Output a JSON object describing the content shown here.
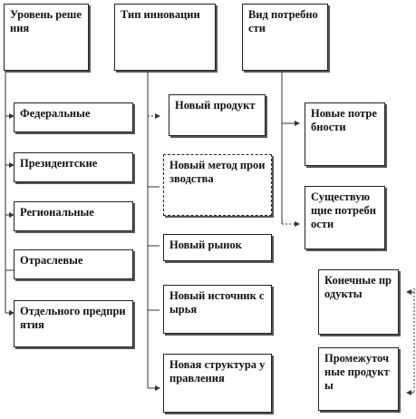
{
  "headers": {
    "level": "Уровень решения",
    "type": "Тип инновации",
    "need": "Вид потребности"
  },
  "levels": [
    "Федеральные",
    "Президентские",
    "Региональные",
    "Отраслевые",
    "Отдельного предприятия"
  ],
  "types": [
    "Новый продукт",
    "Новый метод производства",
    "Новый рынок",
    "Новый источник сырья",
    "Новая структура управления"
  ],
  "needs": [
    "Новые потребности",
    "Существующие потребности"
  ],
  "products": [
    "Конечные продукты",
    "Промежуточные продукты"
  ]
}
